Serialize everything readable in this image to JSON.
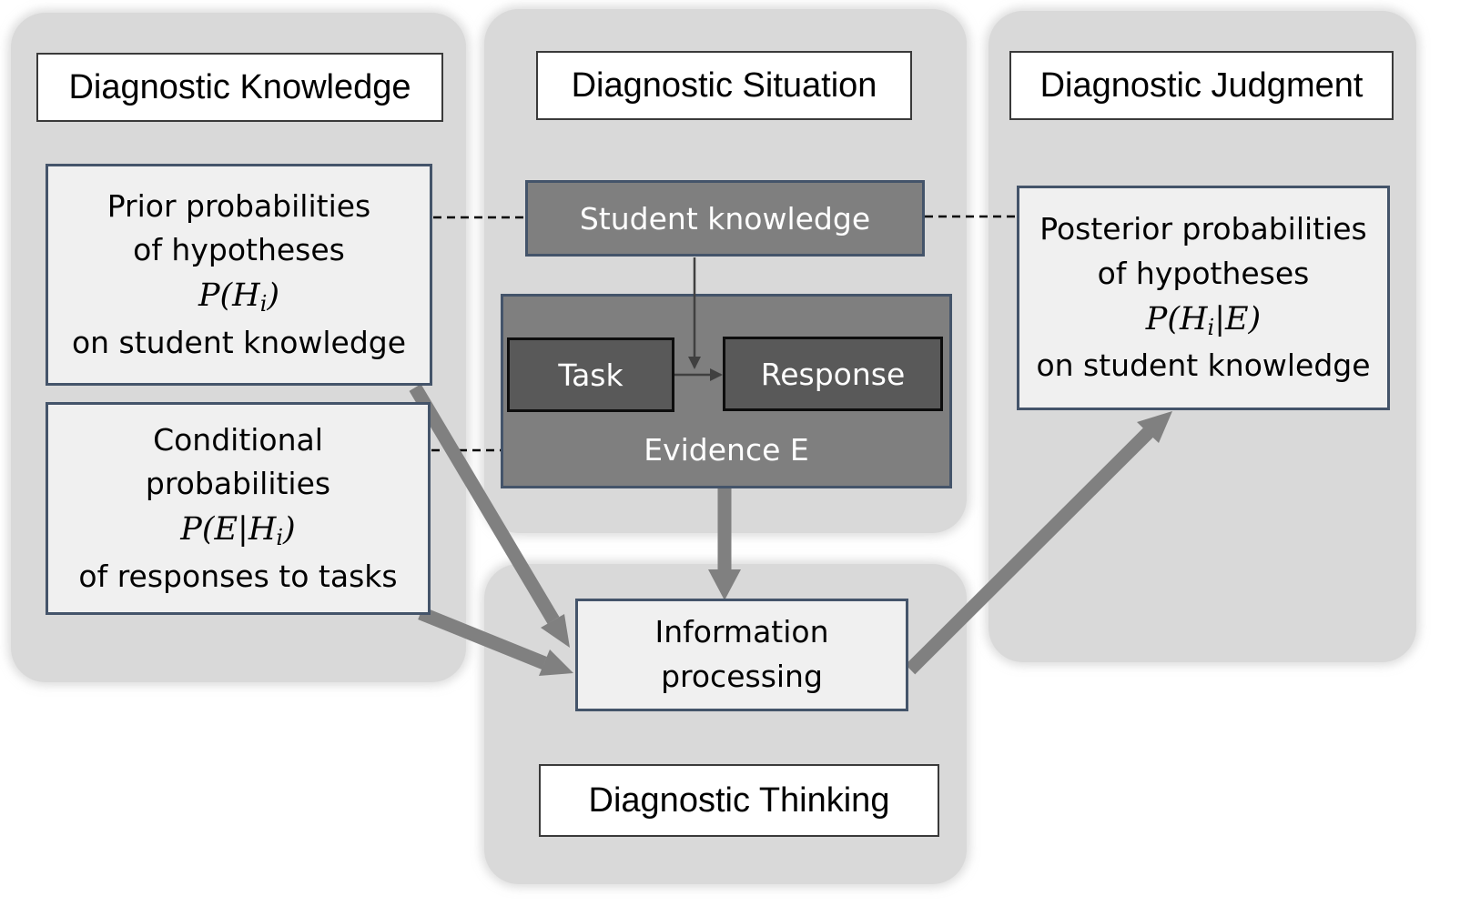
{
  "panels": {
    "knowledge_title": "Diagnostic Knowledge",
    "situation_title": "Diagnostic Situation",
    "judgment_title": "Diagnostic Judgment",
    "thinking_title": "Diagnostic Thinking"
  },
  "prior_box": {
    "line1": "Prior probabilities",
    "line2": "of hypotheses",
    "formula_pre": "P(H",
    "formula_sub": "i",
    "formula_post": ")",
    "line4": "on student knowledge"
  },
  "conditional_box": {
    "line1": "Conditional",
    "line2": "probabilities",
    "formula_pre": "P(E|H",
    "formula_sub": "i",
    "formula_post": ")",
    "line4": "of responses to tasks"
  },
  "posterior_box": {
    "line1": "Posterior probabilities",
    "line2": "of hypotheses",
    "formula_pre": "P(H",
    "formula_sub": "i",
    "formula_post": "|E)",
    "line4": "on student knowledge"
  },
  "student_knowledge": "Student knowledge",
  "task": "Task",
  "response": "Response",
  "evidence": "Evidence E",
  "information_processing": {
    "line1": "Information",
    "line2": "processing"
  },
  "colors": {
    "panel": "#d9d9d9",
    "box_border": "#44546a",
    "light_box": "#f0f0f0",
    "student_box": "#7f7f7f",
    "evidence_box": "#7f7f7f",
    "inner_box": "#595959",
    "arrow": "#808080"
  }
}
